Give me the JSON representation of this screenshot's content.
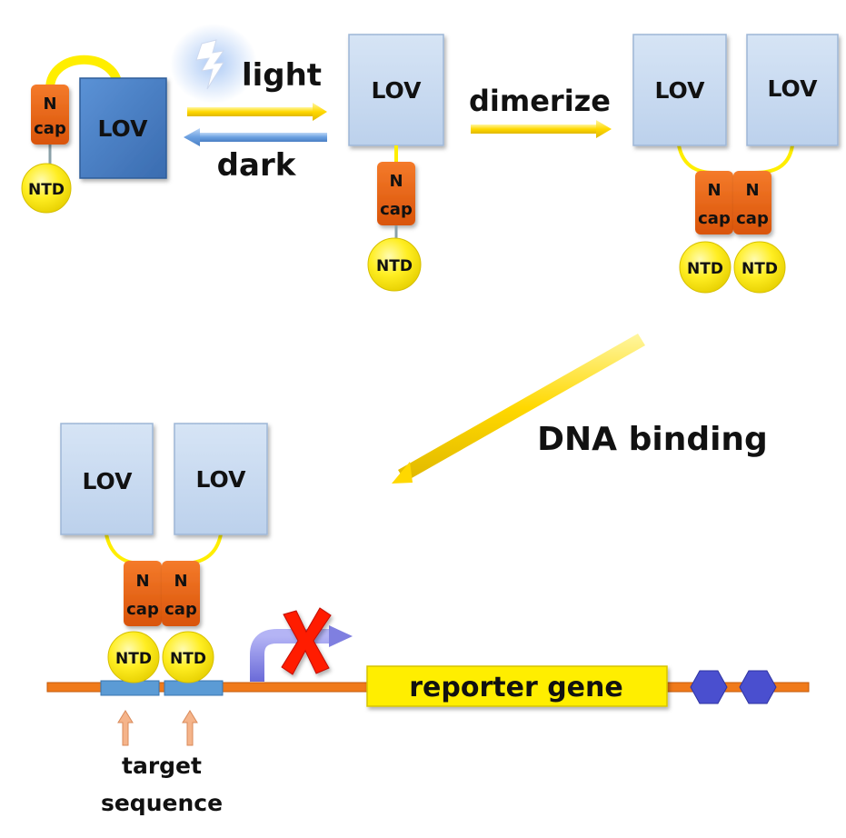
{
  "labels": {
    "lov": "LOV",
    "n": "N",
    "cap": "cap",
    "ntd": "NTD",
    "light": "light",
    "dark": "dark",
    "dimerize": "dimerize",
    "dna_binding": "DNA binding",
    "reporter_gene": "reporter gene",
    "target": "target",
    "sequence": "sequence"
  },
  "colors": {
    "lov_dark": "#4a7fc4",
    "lov_light": "#c5d9f1",
    "ncap": "#e8620f",
    "ntd": "#ffee00",
    "linker": "#ffee00",
    "arrow_yellow": "#ffdd00",
    "arrow_blue": "#6a9fe0",
    "dna": "#f07a1a",
    "target_box": "#5b9bd5",
    "reporter": "#ffee00",
    "hexagon": "#4a4fcf",
    "promoter_arrow": "#7f7fe0",
    "x_mark": "#ff1a00",
    "target_arrow": "#f5b48a"
  }
}
